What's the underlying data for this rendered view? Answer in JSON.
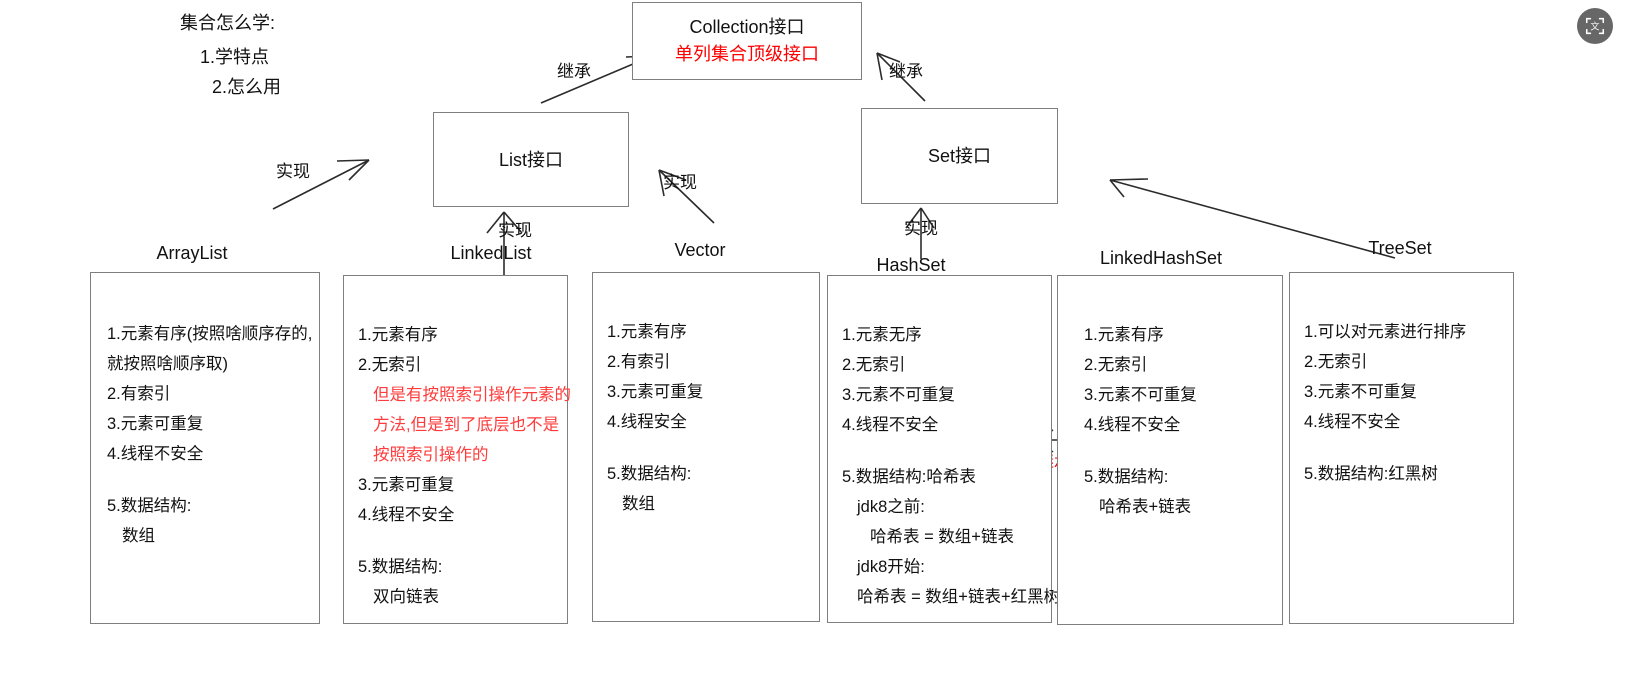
{
  "diagram": {
    "title_note": {
      "heading": "集合怎么学:",
      "items": [
        "1.学特点",
        "2.怎么用"
      ]
    },
    "interfaces": [
      {
        "id": "collection",
        "name": "Collection接口",
        "subtitle": "单列集合顶级接口",
        "subtitle_color": "#ff0000"
      },
      {
        "id": "list",
        "name": "List接口",
        "subtitle": ""
      },
      {
        "id": "set",
        "name": "Set接口",
        "subtitle": ""
      }
    ],
    "relations": [
      {
        "from": "List接口",
        "to": "Collection接口",
        "label": "继承"
      },
      {
        "from": "Set接口",
        "to": "Collection接口",
        "label": "继承"
      },
      {
        "from": "ArrayList",
        "to": "List接口",
        "label": "实现"
      },
      {
        "from": "LinkedList",
        "to": "List接口",
        "label": "实现"
      },
      {
        "from": "Vector",
        "to": "List接口",
        "label": "实现"
      },
      {
        "from": "HashSet",
        "to": "Set接口",
        "label": "实现"
      },
      {
        "from": "TreeSet",
        "to": "Set接口",
        "label": ""
      },
      {
        "from": "LinkedHashSet",
        "to": "HashSet",
        "label": "继承",
        "label_color": "#ff0000"
      }
    ],
    "classes": [
      {
        "id": "arraylist",
        "title": "ArrayList",
        "lines": [
          {
            "text": "1.元素有序(按照啥顺序存的,",
            "color": "black",
            "indent": 0
          },
          {
            "text": "就按照啥顺序取)",
            "color": "black",
            "indent": 0
          },
          {
            "text": "2.有索引",
            "color": "black",
            "indent": 0
          },
          {
            "text": "3.元素可重复",
            "color": "black",
            "indent": 0
          },
          {
            "text": "4.线程不安全",
            "color": "black",
            "indent": 0
          },
          {
            "text": "",
            "color": "black",
            "indent": 0,
            "spacer": true
          },
          {
            "text": "5.数据结构:",
            "color": "black",
            "indent": 0
          },
          {
            "text": "数组",
            "color": "black",
            "indent": 1
          }
        ]
      },
      {
        "id": "linkedlist",
        "title": "LinkedList",
        "lines": [
          {
            "text": "1.元素有序",
            "color": "black",
            "indent": 0
          },
          {
            "text": "2.无索引",
            "color": "black",
            "indent": 0
          },
          {
            "text": "但是有按照索引操作元素的",
            "color": "red",
            "indent": 1
          },
          {
            "text": "方法,但是到了底层也不是",
            "color": "red",
            "indent": 1
          },
          {
            "text": "按照索引操作的",
            "color": "red",
            "indent": 1
          },
          {
            "text": "3.元素可重复",
            "color": "black",
            "indent": 0
          },
          {
            "text": "4.线程不安全",
            "color": "black",
            "indent": 0
          },
          {
            "text": "",
            "color": "black",
            "indent": 0,
            "spacer": true
          },
          {
            "text": "5.数据结构:",
            "color": "black",
            "indent": 0
          },
          {
            "text": "双向链表",
            "color": "black",
            "indent": 1
          }
        ]
      },
      {
        "id": "vector",
        "title": "Vector",
        "lines": [
          {
            "text": "1.元素有序",
            "color": "black",
            "indent": 0
          },
          {
            "text": "2.有索引",
            "color": "black",
            "indent": 0
          },
          {
            "text": "3.元素可重复",
            "color": "black",
            "indent": 0
          },
          {
            "text": "4.线程安全",
            "color": "black",
            "indent": 0
          },
          {
            "text": "",
            "color": "black",
            "indent": 0,
            "spacer": true
          },
          {
            "text": "5.数据结构:",
            "color": "black",
            "indent": 0
          },
          {
            "text": "数组",
            "color": "black",
            "indent": 1
          }
        ]
      },
      {
        "id": "hashset",
        "title": "HashSet",
        "lines": [
          {
            "text": "1.元素无序",
            "color": "black",
            "indent": 0
          },
          {
            "text": "2.无索引",
            "color": "black",
            "indent": 0
          },
          {
            "text": "3.元素不可重复",
            "color": "black",
            "indent": 0
          },
          {
            "text": "4.线程不安全",
            "color": "black",
            "indent": 0
          },
          {
            "text": "",
            "color": "black",
            "indent": 0,
            "spacer": true
          },
          {
            "text": "5.数据结构:哈希表",
            "color": "black",
            "indent": 0
          },
          {
            "text": "jdk8之前:",
            "color": "black",
            "indent": 1
          },
          {
            "text": "哈希表 = 数组+链表",
            "color": "black",
            "indent": 2
          },
          {
            "text": "jdk8开始:",
            "color": "black",
            "indent": 1
          },
          {
            "text": "哈希表 = 数组+链表+红黑树",
            "color": "black",
            "indent": 1
          }
        ]
      },
      {
        "id": "linkedhashset",
        "title": "LinkedHashSet",
        "lines": [
          {
            "text": "1.元素有序",
            "color": "black",
            "indent": 0
          },
          {
            "text": "2.无索引",
            "color": "black",
            "indent": 0
          },
          {
            "text": "3.元素不可重复",
            "color": "black",
            "indent": 0
          },
          {
            "text": "4.线程不安全",
            "color": "black",
            "indent": 0
          },
          {
            "text": "",
            "color": "black",
            "indent": 0,
            "spacer": true
          },
          {
            "text": "5.数据结构:",
            "color": "black",
            "indent": 0
          },
          {
            "text": "哈希表+链表",
            "color": "black",
            "indent": 1
          }
        ]
      },
      {
        "id": "treeset",
        "title": "TreeSet",
        "lines": [
          {
            "text": "1.可以对元素进行排序",
            "color": "black",
            "indent": 0
          },
          {
            "text": "2.无索引",
            "color": "black",
            "indent": 0
          },
          {
            "text": "3.元素不可重复",
            "color": "black",
            "indent": 0
          },
          {
            "text": "4.线程不安全",
            "color": "black",
            "indent": 0
          },
          {
            "text": "",
            "color": "black",
            "indent": 0,
            "spacer": true
          },
          {
            "text": "5.数据结构:红黑树",
            "color": "black",
            "indent": 0
          }
        ]
      }
    ],
    "labels": {
      "inherit_left": "继承",
      "inherit_right": "继承",
      "impl_arraylist": "实现",
      "impl_linkedlist": "实现",
      "impl_vector": "实现",
      "impl_hashset": "实现",
      "inherit_linkedhashset": "继承"
    },
    "floating_button": {
      "name": "translate-scan-button",
      "glyph": "文",
      "background": "#676767"
    }
  }
}
